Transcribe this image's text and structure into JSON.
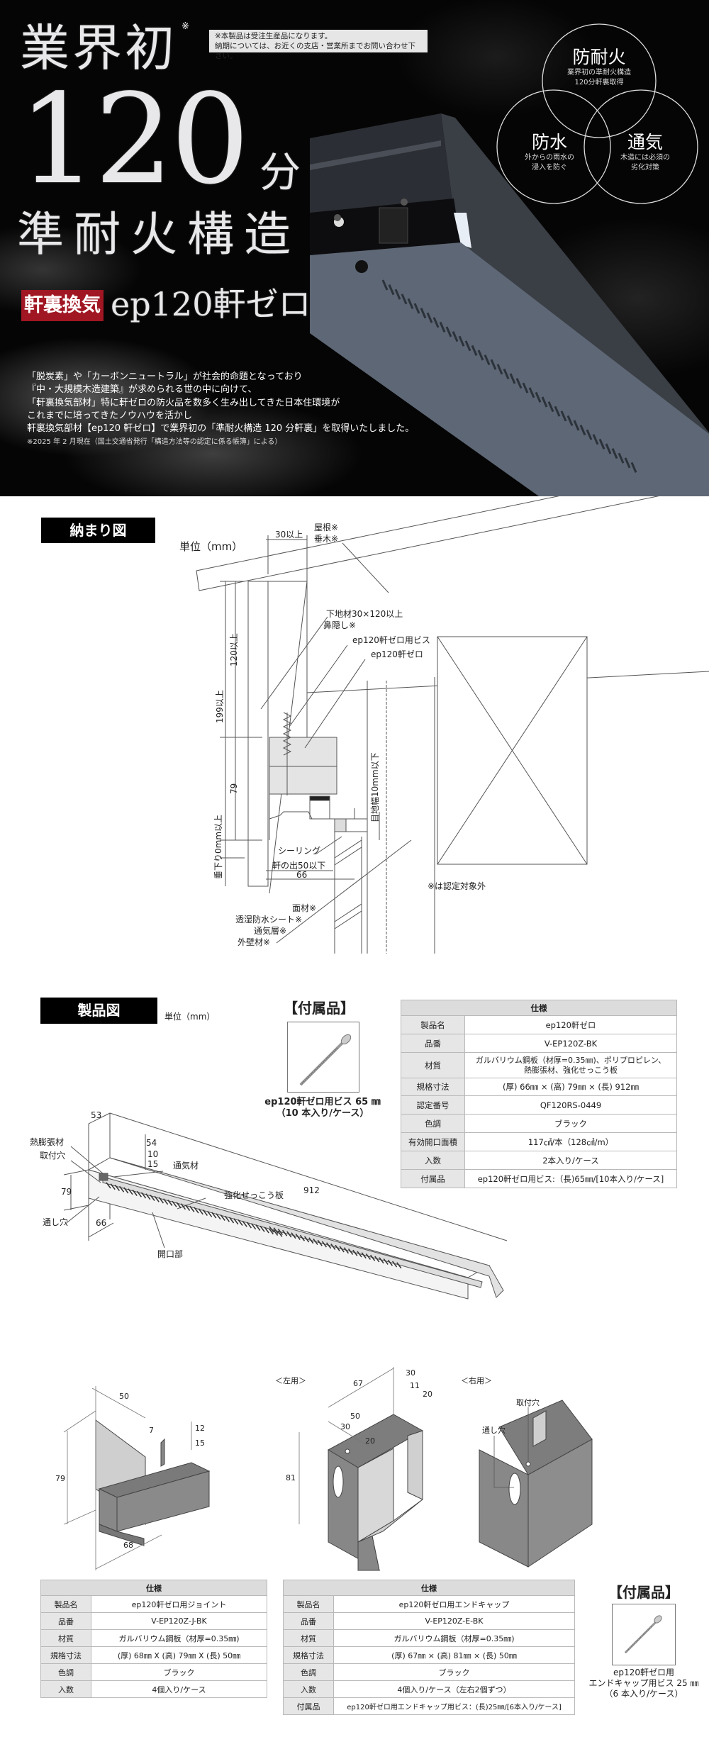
{
  "hero": {
    "headline_1": "業界初",
    "headline_mark": "※",
    "headline_number": "120",
    "headline_unit": "分",
    "headline_2": "準耐火構造",
    "badge": "軒裏換気",
    "product_name": "ep120軒ゼロ",
    "notice": [
      "※本製品は受注生産品になります。",
      "納期については、お近くの支店・営業所までお問い合わせ下さい。"
    ],
    "features": [
      {
        "title": "防耐火",
        "lines": [
          "業界初の準耐火構造",
          "120分軒裏取得"
        ]
      },
      {
        "title": "防水",
        "lines": [
          "外からの雨水の",
          "浸入を防ぐ"
        ]
      },
      {
        "title": "通気",
        "lines": [
          "木造には必須の",
          "劣化対策"
        ]
      }
    ],
    "copy": [
      "「脱炭素」や「カーボンニュートラル」が社会的命題となっており",
      "『中・大規模木造建築』が求められる世の中に向けて、",
      "「軒裏換気部材」特に軒ゼロの防火品を数多く生み出してきた日本住環境が",
      "これまでに培ってきたノウハウを活かし",
      "軒裏換気部材【ep120 軒ゼロ】で業界初の「準耐火構造 120 分軒裏」を取得いたしました。"
    ],
    "footnote": "※2025 年 2 月現在（国土交通省発行「構造方法等の認定に係る帳簿」による）",
    "colors": {
      "badge": "#a01622",
      "background": "#050505"
    }
  },
  "section_install": {
    "title": "納まり図",
    "unit": "単位（mm）",
    "labels": {
      "d30": "30以上",
      "roof": "屋根※",
      "rafter": "垂木※",
      "base": "下地材30×120以上",
      "fascia": "鼻隠し※",
      "screw": "ep120軒ゼロ用ビス",
      "product": "ep120軒ゼロ",
      "d120": "120以上",
      "d199": "199以上",
      "d79": "79",
      "droop": "垂下り0mm以上",
      "joint": "目地幅10mm以下",
      "sealing": "シーリング",
      "eave": "軒の出50以下",
      "d66": "66",
      "face": "面材※",
      "sheet": "透湿防水シート※",
      "air": "通気層※",
      "wall": "外壁材※",
      "note": "※は認定対象外"
    }
  },
  "section_product": {
    "title": "製品図",
    "unit": "単位（mm）",
    "labels": {
      "d53": "53",
      "thermal": "熱膨張材",
      "mount": "取付穴",
      "d54": "54",
      "d10": "10",
      "d15": "15",
      "vent": "通気材",
      "d79": "79",
      "through": "通し穴",
      "d66": "66",
      "gypsum": "強化せっこう板",
      "d912": "912",
      "opening": "開口部"
    },
    "accessory": {
      "title": "【付属品】",
      "caption": [
        "ep120軒ゼロ用ビス 65 ㎜",
        "（10 本入り/ケース）"
      ]
    },
    "spec": {
      "header": "仕様",
      "rows": [
        {
          "label": "製品名",
          "value": "ep120軒ゼロ"
        },
        {
          "label": "品番",
          "value": "V-EP120Z-BK"
        },
        {
          "label": "材質",
          "value": "ガルバリウム鋼板（材厚=0.35㎜)、ポリプロピレン、",
          "value2": "熱膨張材、強化せっこう板"
        },
        {
          "label": "規格寸法",
          "value": "(厚) 66㎜ × (高) 79㎜ × (長) 912㎜"
        },
        {
          "label": "認定番号",
          "value": "QF120RS-0449"
        },
        {
          "label": "色調",
          "value": "ブラック"
        },
        {
          "label": "有効開口面積",
          "value": "117㎠/本（128㎠/m）"
        },
        {
          "label": "入数",
          "value": "2本入り/ケース"
        },
        {
          "label": "付属品",
          "value": "ep120軒ゼロ用ビス:（長)65㎜/[10本入り/ケース]"
        }
      ]
    }
  },
  "section_parts": {
    "joint_labels": {
      "d50": "50",
      "d7": "7",
      "d12": "12",
      "d15": "15",
      "d79": "79",
      "d68": "68"
    },
    "cap_labels": {
      "left": "＜左用＞",
      "right": "＜右用＞",
      "d67": "67",
      "d30a": "30",
      "d11": "11",
      "d20a": "20",
      "d50": "50",
      "d30b": "30",
      "d20b": "20",
      "d81": "81",
      "mount": "取付穴",
      "through": "通し穴"
    },
    "joint_spec": {
      "header": "仕様",
      "rows": [
        {
          "label": "製品名",
          "value": "ep120軒ゼロ用ジョイント"
        },
        {
          "label": "品番",
          "value": "V-EP120Z-J-BK"
        },
        {
          "label": "材質",
          "value": "ガルバリウム鋼板（材厚=0.35㎜)"
        },
        {
          "label": "規格寸法",
          "value": "(厚) 68㎜ X (高) 79㎜ X (長) 50㎜"
        },
        {
          "label": "色調",
          "value": "ブラック"
        },
        {
          "label": "入数",
          "value": "4個入り/ケース"
        }
      ]
    },
    "cap_spec": {
      "header": "仕様",
      "rows": [
        {
          "label": "製品名",
          "value": "ep120軒ゼロ用エンドキャップ"
        },
        {
          "label": "品番",
          "value": "V-EP120Z-E-BK"
        },
        {
          "label": "材質",
          "value": "ガルバリウム鋼板（材厚=0.35㎜)"
        },
        {
          "label": "規格寸法",
          "value": "(厚) 67㎜ × (高) 81㎜ × (長) 50㎜"
        },
        {
          "label": "色調",
          "value": "ブラック"
        },
        {
          "label": "入数",
          "value": "4個入り/ケース（左右2個ずつ）"
        },
        {
          "label": "付属品",
          "value": "ep120軒ゼロ用エンドキャップ用ビス：(長)25㎜/[6本入り/ケース]"
        }
      ]
    },
    "accessory": {
      "title": "【付属品】",
      "caption": [
        "ep120軒ゼロ用",
        "エンドキャップ用ビス 25 ㎜",
        "（6 本入り/ケース）"
      ]
    }
  }
}
